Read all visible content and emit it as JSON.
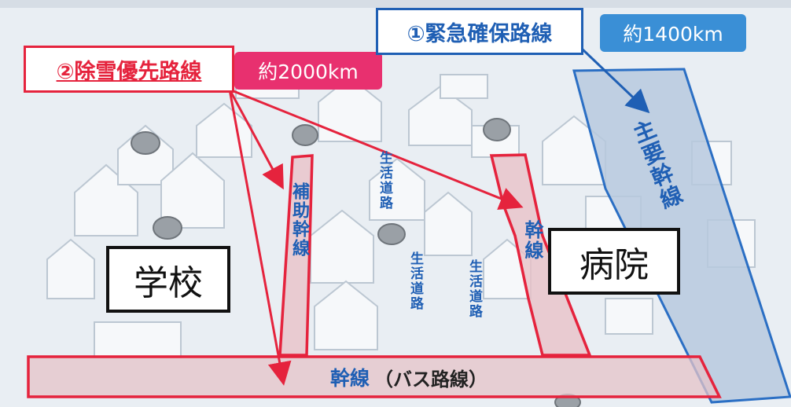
{
  "colors": {
    "red": "#e5233d",
    "pink_badge": "#e8306f",
    "blue": "#1f5fb4",
    "light_blue_badge": "#3a8fd6",
    "line_blue": "#2b6fc4"
  },
  "legend": {
    "snow_priority_label": "②除雪優先路線",
    "snow_priority_distance": "約2000km",
    "emergency_label": "①緊急確保路線",
    "emergency_distance": "約1400km"
  },
  "roads": {
    "major_trunk": "主要幹線",
    "auxiliary_trunk": "補助幹線",
    "trunk": "幹線",
    "living_road_1": "生活道路",
    "living_road_2": "生活道路",
    "living_road_3": "生活道路",
    "bus_trunk_main": "幹線",
    "bus_trunk_paren": "（バス路線）"
  },
  "places": {
    "school": "学校",
    "hospital": "病院"
  }
}
